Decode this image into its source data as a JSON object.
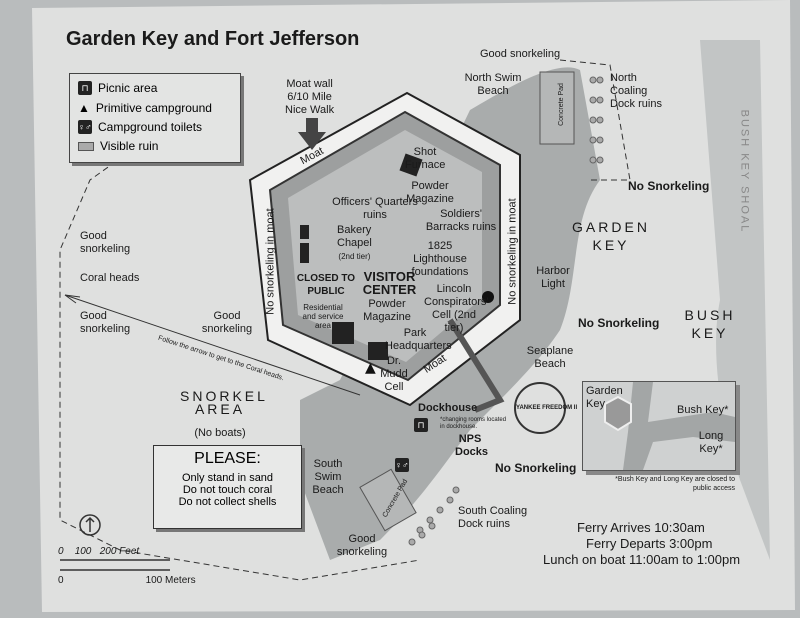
{
  "title": "Garden Key and Fort Jefferson",
  "legend": [
    {
      "icon": "picnic-icon",
      "label": "Picnic area"
    },
    {
      "icon": "campground-icon",
      "label": "Primitive campground"
    },
    {
      "icon": "toilet-icon",
      "label": "Campground toilets"
    },
    {
      "icon": "ruin-icon",
      "label": "Visible ruin"
    }
  ],
  "labels": {
    "moat_wall": "Moat wall",
    "moat_wall_dist": "6/10 Mile",
    "moat_wall_walk": "Nice Walk",
    "moat": "Moat",
    "no_snork_moat": "No snorkeling in moat",
    "shot_furnace": "Shot Furnace",
    "powder_magazine": "Powder Magazine",
    "officers": "Officers' Quarters ruins",
    "soldiers": "Soldiers' Barracks ruins",
    "bakery": "Bakery",
    "chapel": "Chapel",
    "chapel_tier": "(2nd tier)",
    "lighthouse": "1825 Lighthouse foundations",
    "closed": "CLOSED TO PUBLIC",
    "closed_sub": "Residential and service area",
    "visitor_center": "VISITOR CENTER",
    "lincoln": "Lincoln Conspirators' Cell (2nd tier)",
    "park_hq": "Park Headquarters",
    "dr_mudd": "Dr. Mudd Cell",
    "harbor_light": "Harbor Light",
    "seaplane": "Seaplane Beach",
    "dockhouse": "Dockhouse",
    "dockhouse_note": "*changing rooms located in dockhouse.",
    "nps_docks": "NPS Docks",
    "south_swim": "South Swim Beach",
    "north_swim": "North Swim Beach",
    "concrete_pad": "Concrete Pad",
    "south_coaling": "South Coaling Dock ruins",
    "north_coaling": "North Coaling Dock ruins",
    "good_snorkeling": "Good snorkeling",
    "coral_heads": "Coral heads",
    "arrow_note": "Follow the arrow to get to the Coral heads.",
    "snorkel_area": "SNORKEL AREA",
    "no_boats": "(No boats)",
    "no_snorkeling": "No Snorkeling",
    "garden_key": "GARDEN KEY",
    "bush_key": "BUSH KEY",
    "bush_key_shoal": "BUSH KEY SHOAL",
    "ferry_logo": "YANKEE FREEDOM II"
  },
  "please": {
    "title": "PLEASE:",
    "rules": [
      "Only stand in sand",
      "Do not touch coral",
      "Do not collect shells"
    ]
  },
  "inset": {
    "garden": "Garden Key",
    "bush": "Bush Key*",
    "long": "Long Key*",
    "note": "*Bush Key and Long Key are closed to public access"
  },
  "scale": {
    "feet": [
      "0",
      "100",
      "200 Feet"
    ],
    "meters": [
      "0",
      "100 Meters"
    ]
  },
  "schedule": [
    "Ferry Arrives 10:30am",
    "Ferry Departs 3:00pm",
    "Lunch on boat 11:00am to 1:00pm"
  ]
}
